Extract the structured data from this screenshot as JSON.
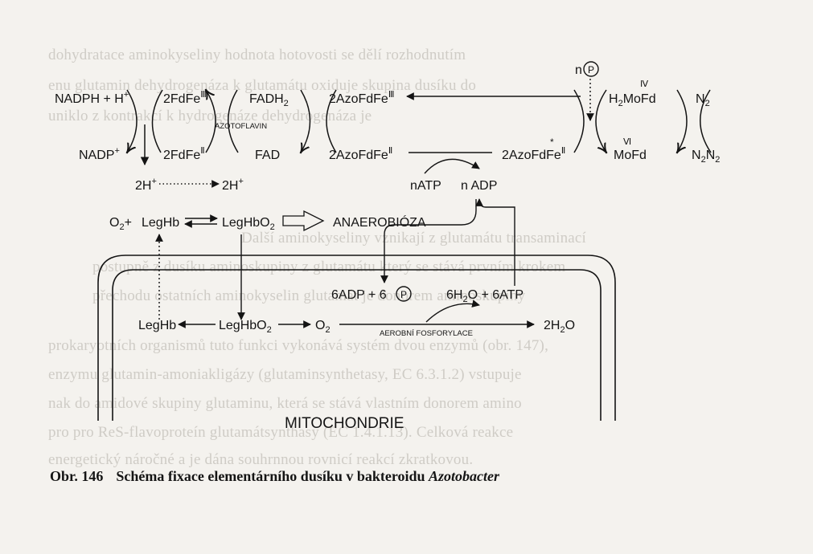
{
  "background_text": [
    "dohydratace aminokyseliny hodnota hotovosti se dělí rozhodnutím",
    "enu glutamin dehydrogenáza k glutamátu oxiduje skupina dusíku do",
    "uniklo z kontrakcí k hydrogenáze dehydrogenáza je",
    "Další aminokyseliny vznikají z glutamátu transaminací",
    "postupně z dusíku aminoskupiny z glutamátu který se stává prvním krokem",
    "přechodu ostatních aminokyselin glutamát je donorem aminoskupiny",
    "prokaryotních organismů tuto funkci vykonává systém dvou enzymů (obr. 147),",
    "enzymu glutamin-amoniakligázy (glutaminsynthetasy, EC 6.3.1.2) vstupuje",
    "nak do amidové skupiny glutaminu, která se stává vlastním donorem amino",
    "pro pro ReS-flavoproteín glutamátsynthasy (EC 1.4.1.13). Celková reakce",
    "energetický náročné a je dána souhrnnou rovnicí reakcí zkratkovou."
  ],
  "diagram": {
    "nadph": "NADPH + H",
    "nadp": "NADP",
    "fdfe_ox": "2FdFe",
    "fdfe_red": "2FdFe",
    "fadh2": "FADH",
    "fad": "FAD",
    "azotoflavin": "AZOTOFLAVIN",
    "azofdfe_ox": "2AzoFdFe",
    "azofdfe_red": "2AzoFdFe",
    "azofdfe_star": "2AzoFdFe",
    "np": "n",
    "p_circle": "P",
    "h2mofd": "H",
    "mofd": "MoFd",
    "n2": "N",
    "n2h2": "N",
    "h_plus_left": "2H",
    "h_plus_right": "2H",
    "natp": "nATP",
    "nadp_adp": "n ADP",
    "o2_legh": "O",
    "leghb_top": "LegHb",
    "leghbo2_top": "LegHbO",
    "anaerobioza": "ANAEROBIÓZA",
    "adp_p": "6ADP + 6",
    "h2o_atp_a": "6H",
    "h2o_atp_b": "O + 6ATP",
    "leghb_bottom": "LegHb",
    "leghbo2_bottom": "LegHbO",
    "o2_bottom": "O",
    "aerobni": "AEROBNÍ  FOSFORYLACE",
    "h2o_bottom": "2H",
    "h2o_bottom_o": "O",
    "mitochondrie": "MITOCHONDRIE",
    "sup_plus": "+",
    "sup_III": "Ⅲ",
    "sup_II": "Ⅱ",
    "sup_IV": "Ⅳ",
    "sup_VI": "Ⅵ",
    "sub_2": "2",
    "star": "*"
  },
  "caption": {
    "number": "Obr. 146",
    "text": "Schéma fixace elementárního dusíku v bakteroidu ",
    "species": "Azotobacter"
  }
}
